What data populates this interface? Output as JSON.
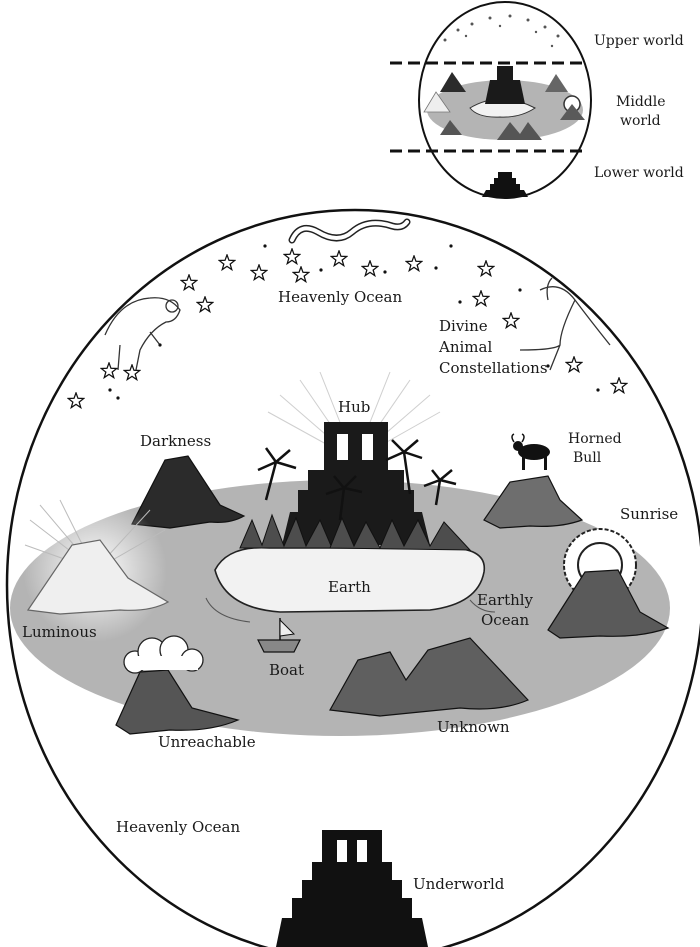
{
  "inset": {
    "upper_world": "Upper world",
    "middle_world_1": "Middle",
    "middle_world_2": "world",
    "lower_world": "Lower world"
  },
  "main": {
    "heavenly_ocean_top": "Heavenly Ocean",
    "constellations_1": "Divine",
    "constellations_2": "Animal",
    "constellations_3": "Constellations",
    "hub": "Hub",
    "darkness": "Darkness",
    "horned_bull_1": "Horned",
    "horned_bull_2": "Bull",
    "sunrise": "Sunrise",
    "earth": "Earth",
    "earthly_ocean_1": "Earthly",
    "earthly_ocean_2": "Ocean",
    "luminous": "Luminous",
    "boat": "Boat",
    "unreachable": "Unreachable",
    "unknown": "Unknown",
    "heavenly_ocean_bottom": "Heavenly Ocean",
    "underworld": "Underworld"
  },
  "colors": {
    "ocean_grey": "#b4b4b4",
    "dark_mountain": "#2b2b2b",
    "mid_mountain": "#6e6e6e",
    "island": "#f2f2f2",
    "pyramid": "#111111"
  }
}
